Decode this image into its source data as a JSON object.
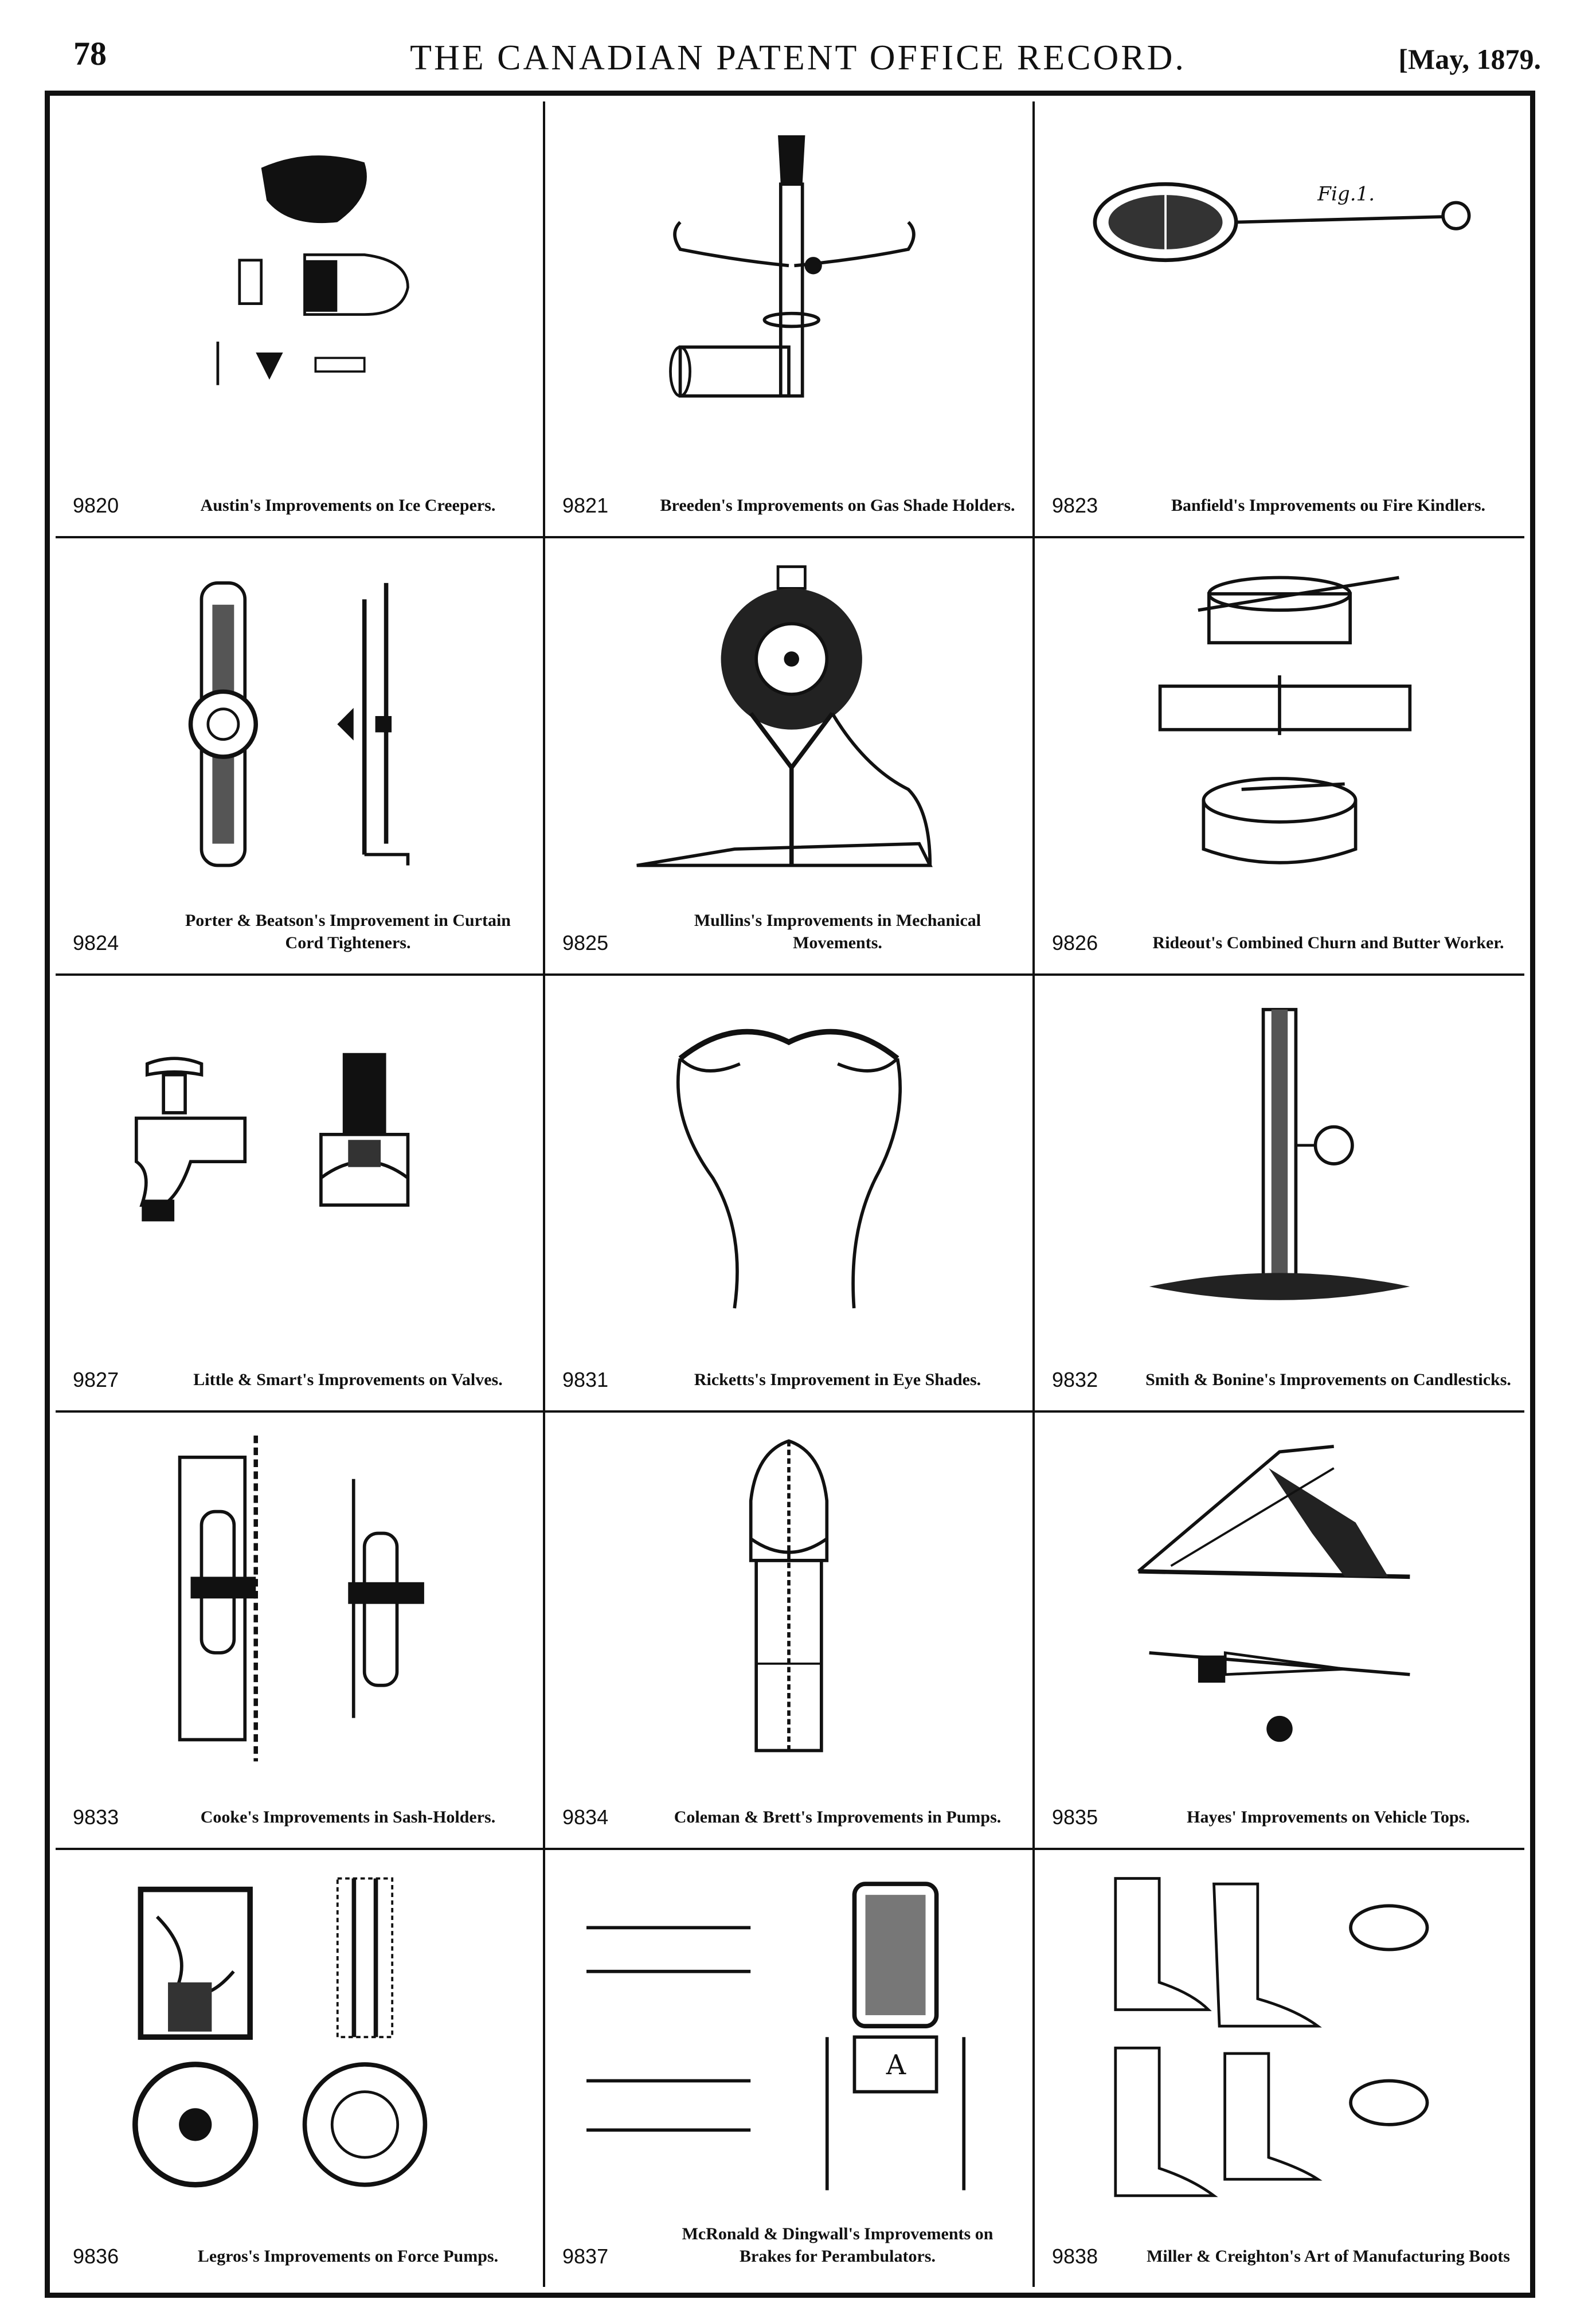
{
  "page_number": "78",
  "journal_title": "THE CANADIAN PATENT OFFICE RECORD.",
  "issue_date": "[May, 1879.",
  "patents": [
    {
      "number": "9820",
      "title": "Austin's Improvements on Ice Creepers.",
      "icon": "ice-creeper-drawing"
    },
    {
      "number": "9821",
      "title": "Breeden's Improvements on Gas Shade Holders.",
      "icon": "gas-shade-holder-drawing"
    },
    {
      "number": "9823",
      "title": "Banfield's Improvements ou Fire Kindlers.",
      "icon": "fire-kindler-drawing"
    },
    {
      "number": "9824",
      "title": "Porter & Beatson's Improvement in Curtain Cord Tighteners.",
      "icon": "cord-tightener-drawing"
    },
    {
      "number": "9825",
      "title": "Mullins's Improvements in Mechanical Movements.",
      "icon": "mechanical-movement-drawing"
    },
    {
      "number": "9826",
      "title": "Rideout's Combined Churn and Butter Worker.",
      "icon": "churn-drawing"
    },
    {
      "number": "9827",
      "title": "Little & Smart's Improvements on Valves.",
      "icon": "valve-drawing"
    },
    {
      "number": "9831",
      "title": "Ricketts's Improvement in Eye Shades.",
      "icon": "eye-shade-drawing"
    },
    {
      "number": "9832",
      "title": "Smith & Bonine's Improvements on Candlesticks.",
      "icon": "candlestick-drawing"
    },
    {
      "number": "9833",
      "title": "Cooke's Improvements in Sash-Holders.",
      "icon": "sash-holder-drawing"
    },
    {
      "number": "9834",
      "title": "Coleman & Brett's Improvements in Pumps.",
      "icon": "pump-drawing"
    },
    {
      "number": "9835",
      "title": "Hayes' Improvements on Vehicle Tops.",
      "icon": "vehicle-top-drawing"
    },
    {
      "number": "9836",
      "title": "Legros's Improvements on Force Pumps.",
      "icon": "force-pump-drawing"
    },
    {
      "number": "9837",
      "title": "McRonald & Dingwall's Improvements on Brakes for Perambulators.",
      "icon": "perambulator-brake-drawing"
    },
    {
      "number": "9838",
      "title": "Miller & Creighton's Art of Manufacturing Boots",
      "icon": "boot-pattern-drawing"
    }
  ]
}
